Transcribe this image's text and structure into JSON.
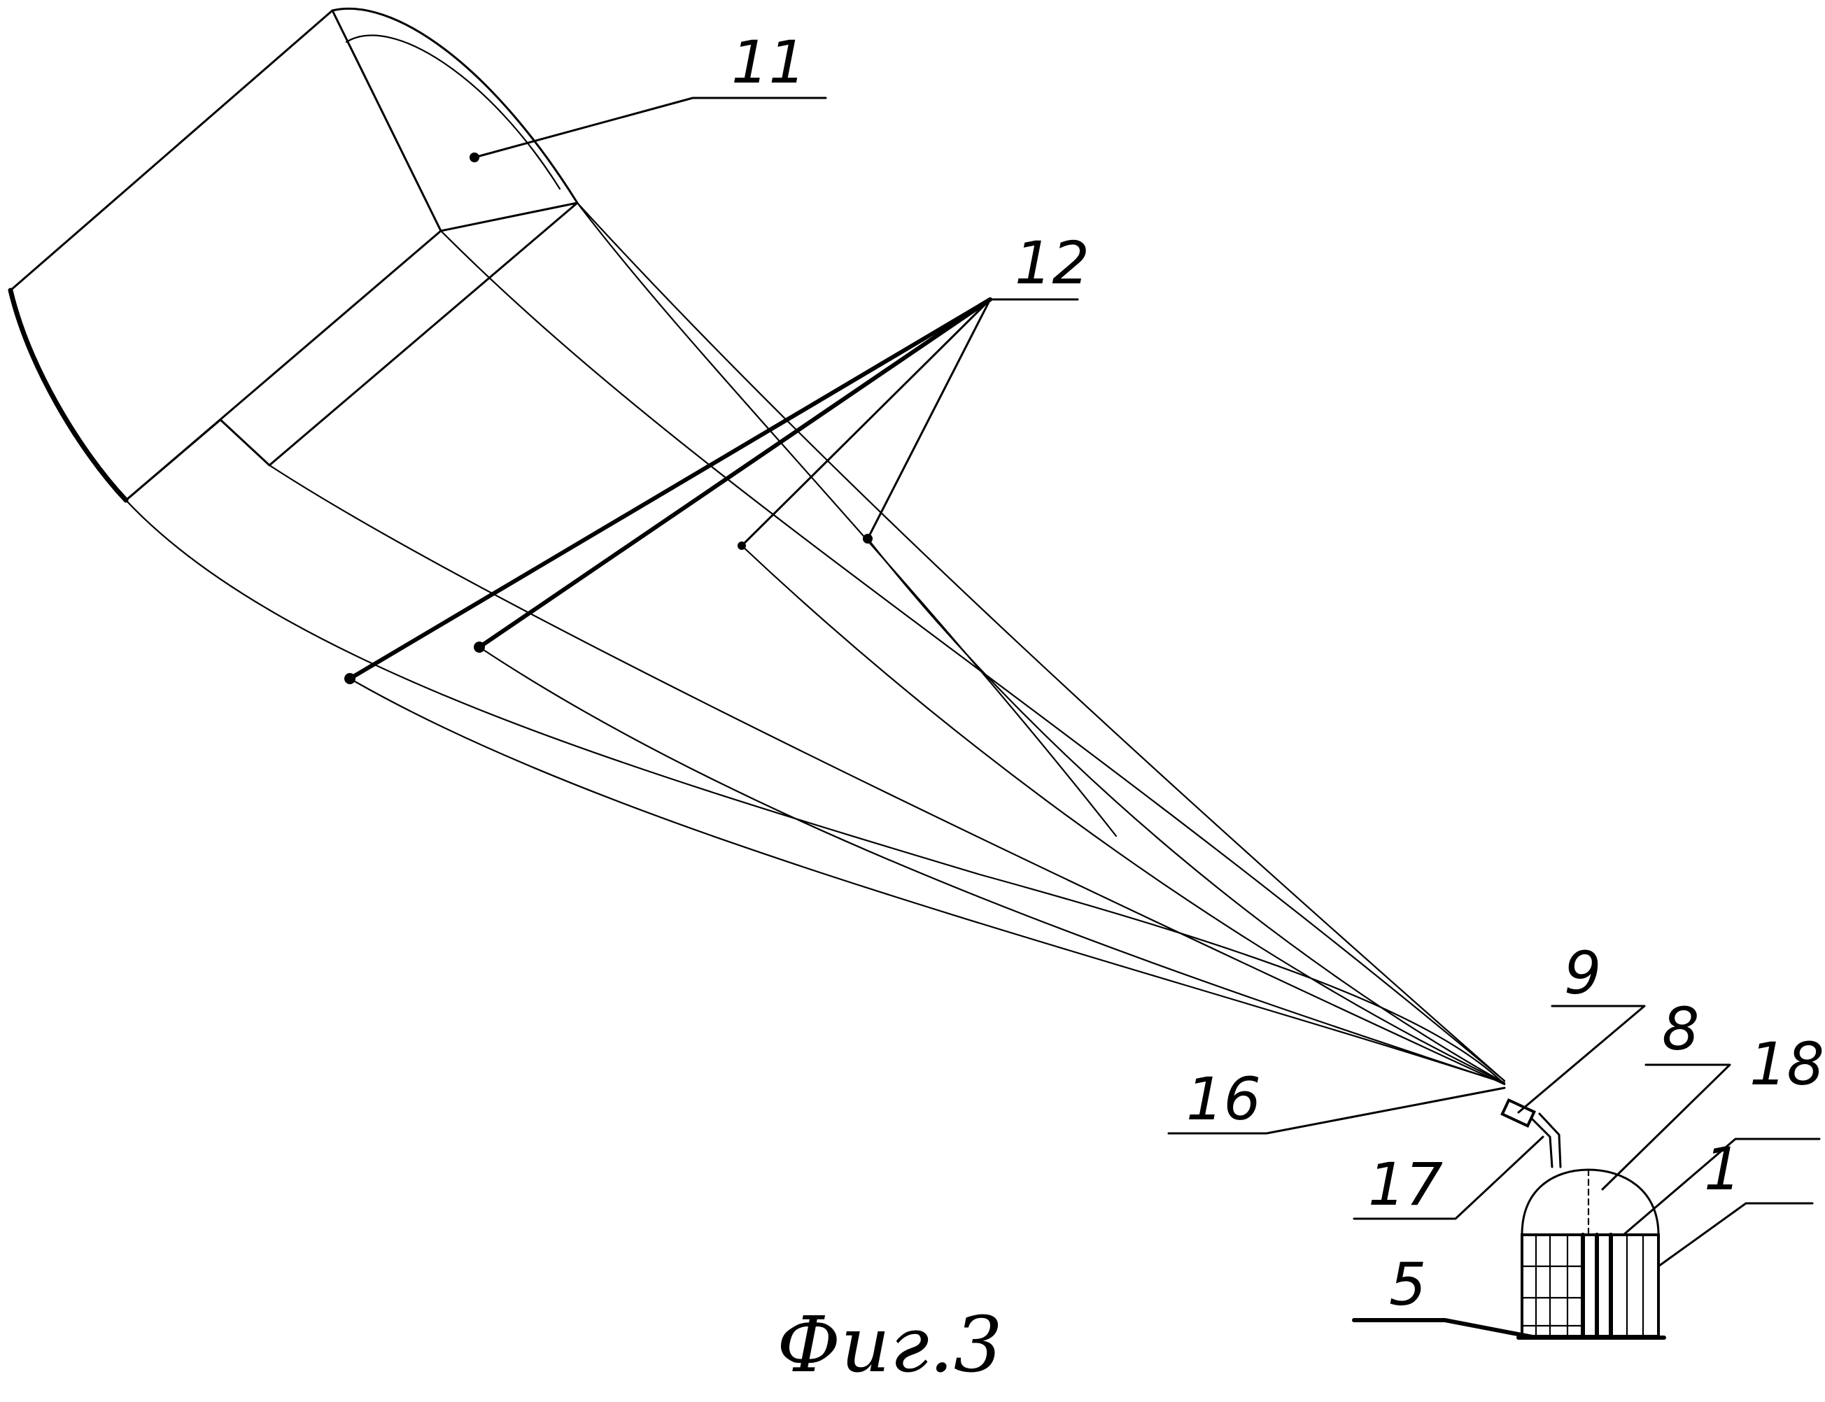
{
  "labels": {
    "l11": "11",
    "l12": "12",
    "l9": "9",
    "l8": "8",
    "l18": "18",
    "l16": "16",
    "l17": "17",
    "l1": "1",
    "l5": "5"
  },
  "caption": "Фиг.3"
}
